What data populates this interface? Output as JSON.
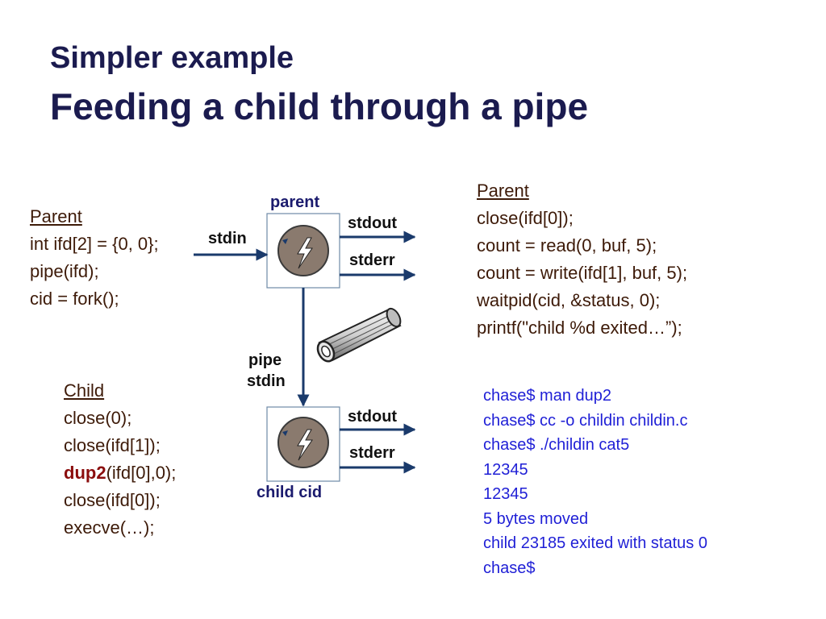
{
  "title": {
    "line1": "Simpler example",
    "line2": "Feeding a child through a pipe"
  },
  "parent_code_left": {
    "header": "Parent",
    "lines": [
      "int ifd[2] = {0, 0};",
      "pipe(ifd);",
      "cid = fork();"
    ]
  },
  "child_code": {
    "header": "Child",
    "lines": [
      "close(0);",
      "close(ifd[1]);"
    ],
    "dup2_keyword": "dup2",
    "dup2_args": "(ifd[0],0);",
    "lines_after": [
      "close(ifd[0]);",
      "execve(…);"
    ]
  },
  "parent_code_right": {
    "header": "Parent",
    "lines": [
      "close(ifd[0]);",
      "count = read(0, buf, 5);",
      "count = write(ifd[1], buf, 5);",
      "waitpid(cid, &status, 0);",
      "printf(\"child %d exited…”);"
    ]
  },
  "terminal": {
    "lines": [
      "chase$ man dup2",
      "chase$ cc -o childin childin.c",
      "chase$ ./childin cat5",
      "12345",
      "12345",
      "5 bytes moved",
      "child 23185 exited with status 0",
      "chase$"
    ]
  },
  "diagram": {
    "parent_label": "parent",
    "child_label": "child cid",
    "stdin_label": "stdin",
    "parent_stdout": "stdout",
    "parent_stderr": "stderr",
    "child_stdout": "stdout",
    "child_stderr": "stderr",
    "pipe_label": "pipe",
    "pipe_stdin_label": "stdin",
    "process_icon": "lightning-process-icon",
    "pipe_icon": "pipe-tube-icon"
  },
  "colors": {
    "title": "#1b1b4f",
    "code": "#3d1a08",
    "keyword": "#8b0d0d",
    "terminal": "#1f1fd6",
    "arrow": "#1a3a6b",
    "process_disc": "#8a7a6e"
  }
}
